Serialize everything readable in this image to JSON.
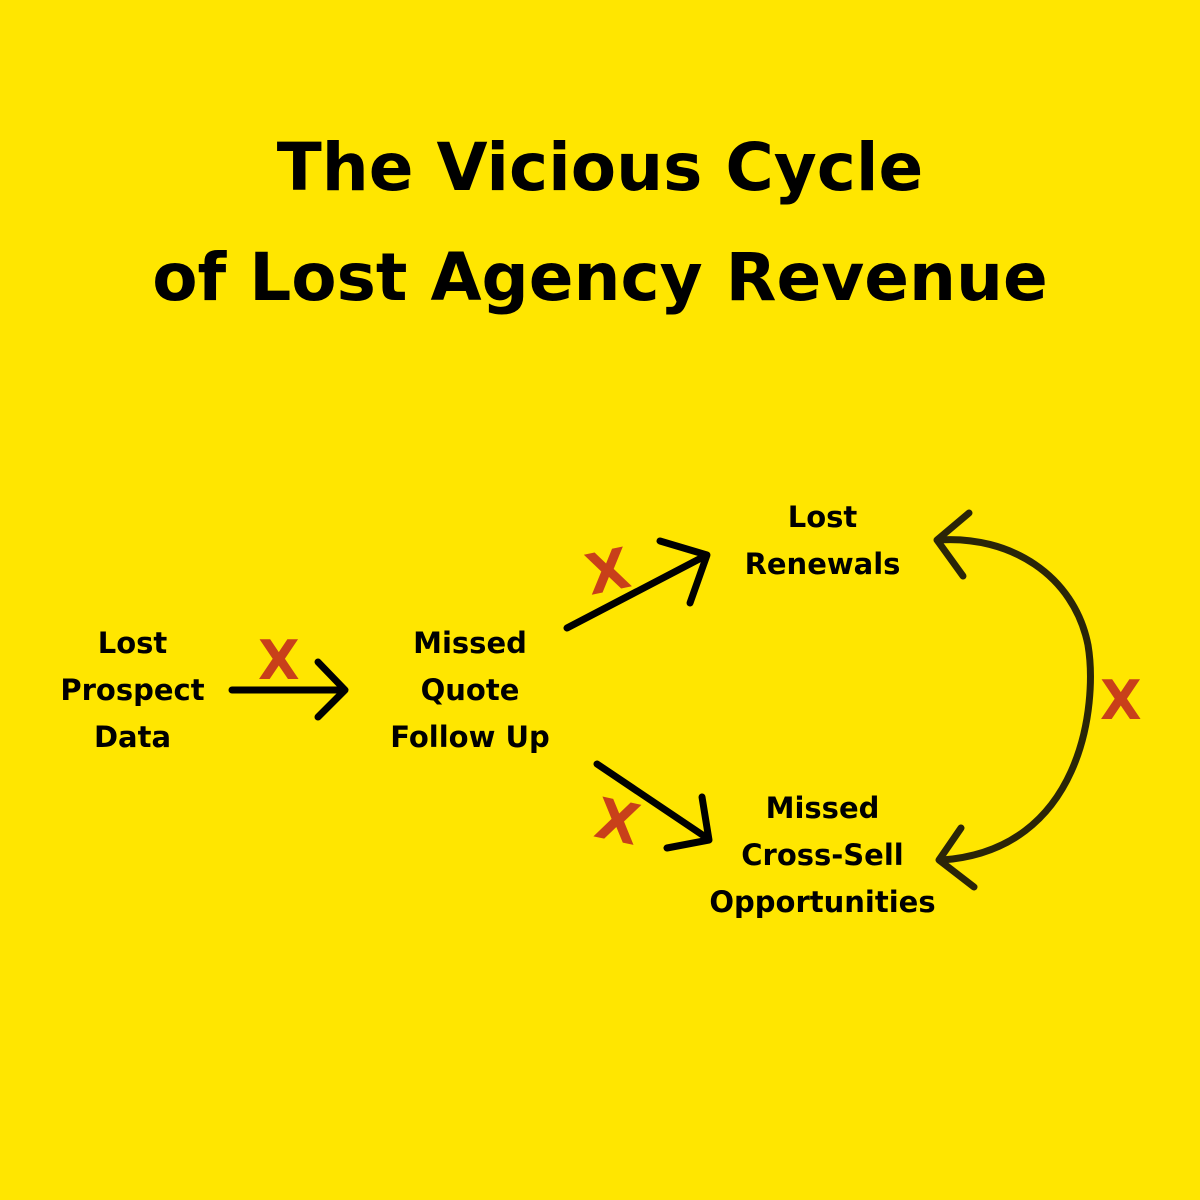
{
  "title": {
    "line1": "The Vicious Cycle",
    "line2": "of Lost Agency Revenue"
  },
  "nodes": {
    "lost_prospect_data": [
      "Lost",
      "Prospect",
      "Data"
    ],
    "missed_quote_follow_up": [
      "Missed",
      "Quote",
      "Follow Up"
    ],
    "lost_renewals": [
      "Lost",
      "Renewals"
    ],
    "missed_cross_sell": [
      "Missed",
      "Cross-Sell",
      "Opportunities"
    ]
  },
  "marks": {
    "break_symbol": "X"
  },
  "colors": {
    "background": "#FFE600",
    "text": "#000000",
    "arrow": "#000000",
    "cycle_arc": "#2a2508",
    "x_mark": "#C8401A"
  }
}
